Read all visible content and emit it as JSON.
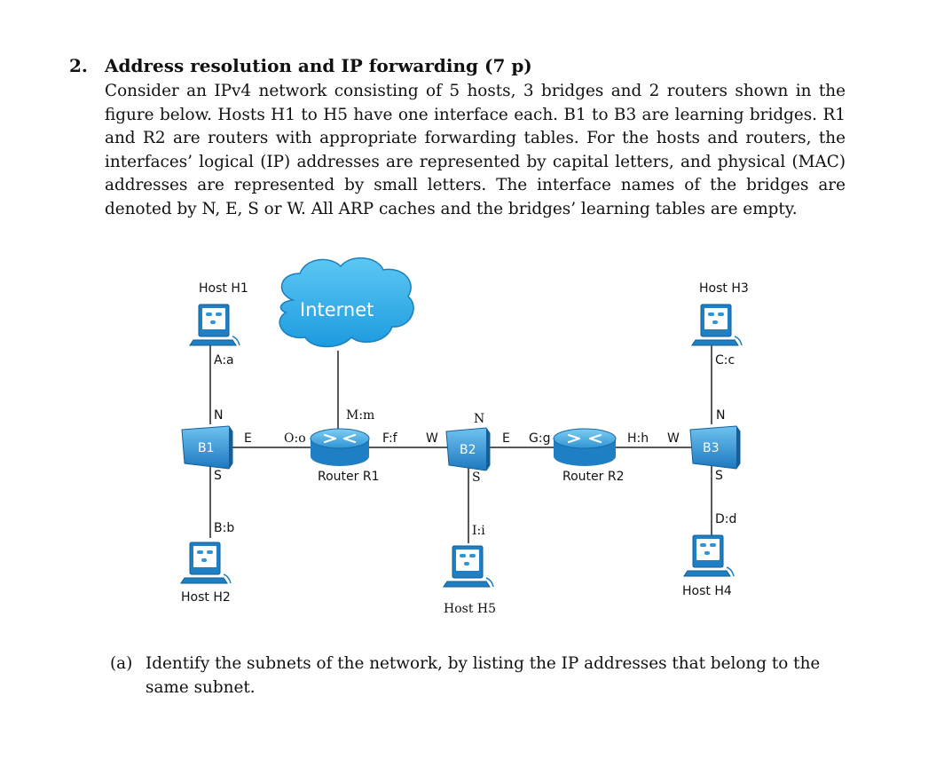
{
  "question": {
    "number": "2.",
    "title": "Address resolution and IP forwarding (7 p)",
    "body": "Consider an IPv4 network consisting of 5 hosts, 3 bridges and 2 routers shown in the figure below. Hosts H1 to H5 have one interface each. B1 to B3 are learning bridges. R1 and R2 are routers with appropriate forwarding tables. For the hosts and routers, the interfaces’ logical (IP) addresses are represented by capital letters, and physical (MAC) addresses are represented by small letters. The interface names of the bridges are denoted by N, E, S or W. All ARP caches and the bridges’ learning tables are empty."
  },
  "figure": {
    "internet": {
      "label": "Internet"
    },
    "hosts": {
      "h1": {
        "name": "Host H1",
        "addr": "A:a"
      },
      "h2": {
        "name": "Host H2",
        "addr": "B:b"
      },
      "h3": {
        "name": "Host H3",
        "addr": "C:c"
      },
      "h4": {
        "name": "Host H4",
        "addr": "D:d"
      },
      "h5": {
        "name": "Host H5",
        "addr": "I:i"
      }
    },
    "bridges": {
      "b1": {
        "name": "B1",
        "n": "N",
        "e": "E",
        "s": "S"
      },
      "b2": {
        "name": "B2",
        "n": "N",
        "e": "E",
        "s": "S",
        "w": "W"
      },
      "b3": {
        "name": "B3",
        "n": "N",
        "s": "S",
        "w": "W"
      }
    },
    "routers": {
      "r1": {
        "name": "Router R1",
        "left": "O:o",
        "right": "F:f",
        "top": "M:m"
      },
      "r2": {
        "name": "Router R2",
        "left": "G:g",
        "right": "H:h"
      }
    },
    "colors": {
      "device": "#2f8fd0",
      "device_dark": "#1f6fa8",
      "cloud": "#2aa9e8",
      "line": "#222222"
    }
  },
  "subquestion_a": {
    "tag": "(a)",
    "text": "Identify the subnets of the network, by listing the IP addresses that belong to the same subnet."
  }
}
